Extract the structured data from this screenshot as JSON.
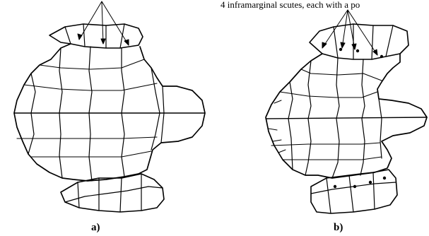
{
  "caption": "4 inframarginal scutes, each with a po",
  "labels": {
    "a": "a)",
    "b": "b)"
  },
  "colors": {
    "line": "#000000",
    "background": "#ffffff"
  }
}
